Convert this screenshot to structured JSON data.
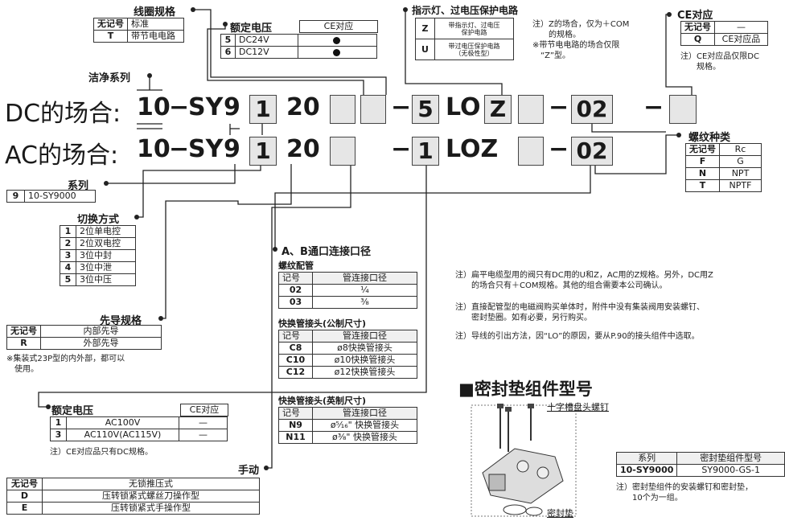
{
  "coil": {
    "title": "线圈规格",
    "rows": [
      [
        "无记号",
        "标准"
      ],
      [
        "T",
        "带节电电路"
      ]
    ]
  },
  "rated_v_dc": {
    "title": "额定电压",
    "ce": "CE对应",
    "rows": [
      [
        "5",
        "DC24V"
      ],
      [
        "6",
        "DC12V"
      ]
    ]
  },
  "light": {
    "title": "指示灯、过电压保护电路",
    "rows": [
      [
        "Z",
        "带指示灯、过电压\n保护电路"
      ],
      [
        "U",
        "带过电压保护电路\n（无极性型）"
      ]
    ],
    "note1": "注）Z的场合，仅为＋COM\n　　的规格。",
    "note2": "※带节电电路的场合仅限\n　“Z”型。"
  },
  "ce_opt": {
    "title": "CE对应",
    "rows": [
      [
        "无记号",
        "—"
      ],
      [
        "Q",
        "CE对应品"
      ]
    ],
    "note": "注）CE对应品仅限DC\n　　规格。"
  },
  "clean": {
    "title": "洁净系列"
  },
  "dc_line": {
    "label": "DC的场合:",
    "prefix": "10",
    "dash1": "−",
    "sy": "SY",
    "nine": "9",
    "one": "1",
    "twenty": "20",
    "dash2": "−",
    "five": "5",
    "lo": "LO",
    "z": "Z",
    "dash3": "−",
    "port": "02",
    "dash4": "−"
  },
  "ac_line": {
    "label": "AC的场合:",
    "prefix": "10",
    "dash1": "−",
    "sy": "SY",
    "nine": "9",
    "one": "1",
    "twenty": "20",
    "dash2": "−",
    "one_v": "1",
    "loz": "LOZ",
    "dash3": "−",
    "port": "02"
  },
  "thread": {
    "title": "螺纹种类",
    "rows": [
      [
        "无记号",
        "Rc"
      ],
      [
        "F",
        "G"
      ],
      [
        "N",
        "NPT"
      ],
      [
        "T",
        "NPTF"
      ]
    ]
  },
  "series": {
    "title": "系列",
    "rows": [
      [
        "9",
        "10-SY9000"
      ]
    ]
  },
  "switch": {
    "title": "切换方式",
    "rows": [
      [
        "1",
        "2位单电控"
      ],
      [
        "2",
        "2位双电控"
      ],
      [
        "3",
        "3位中封"
      ],
      [
        "4",
        "3位中泄"
      ],
      [
        "5",
        "3位中压"
      ]
    ]
  },
  "pilot": {
    "title": "先导规格",
    "rows": [
      [
        "无记号",
        "内部先导"
      ],
      [
        "R",
        "外部先导"
      ]
    ],
    "note": "※集装式23P型的内外部，都可以\n　使用。"
  },
  "rated_v_ac": {
    "title": "额定电压",
    "ce": "CE对应",
    "rows": [
      [
        "1",
        "AC100V",
        "—"
      ],
      [
        "3",
        "AC110V(AC115V)",
        "—"
      ]
    ],
    "note": "注）CE对应品只有DC规格。"
  },
  "manual": {
    "title": "手动",
    "rows": [
      [
        "无记号",
        "无锁推压式"
      ],
      [
        "D",
        "压转锁紧式螺丝刀操作型"
      ],
      [
        "E",
        "压转锁紧式手操作型"
      ]
    ]
  },
  "ab_port": {
    "title": "A、B通口连接口径",
    "sub1": "螺纹配管",
    "h1": [
      "记号",
      "管连接口径"
    ],
    "r1": [
      [
        "02",
        "¹⁄₄"
      ],
      [
        "03",
        "³⁄₈"
      ]
    ],
    "sub2": "快换管接头(公制尺寸)",
    "h2": [
      "记号",
      "管连接口径"
    ],
    "r2": [
      [
        "C8",
        "ø8快换管接头"
      ],
      [
        "C10",
        "ø10快换管接头"
      ],
      [
        "C12",
        "ø12快换管接头"
      ]
    ],
    "sub3": "快换管接头(英制尺寸)",
    "h3": [
      "记号",
      "管连接口径"
    ],
    "r3": [
      [
        "N9",
        "ø⁵⁄₁₆\" 快换管接头"
      ],
      [
        "N11",
        "ø³⁄₈\" 快换管接头"
      ]
    ]
  },
  "notes": [
    "注）扁平电缆型用的阀只有DC用的U和Z，AC用的Z规格。另外，DC用Z\n　　的场合只有＋COM规格。其他的组合需要本公司确认。",
    "注）直接配管型的电磁阀购买单体时，附件中没有集装阀用安装螺钉、\n　　密封垫圈。如有必要，另行购买。",
    "注）导线的引出方法，因“LO”的原因，要从P.90的接头组件中选取。"
  ],
  "seal": {
    "title": "■密封垫组件型号",
    "screw_label": "十字槽盘头螺钉",
    "gasket_label": "密封垫",
    "h": [
      "系列",
      "密封垫组件型号"
    ],
    "rows": [
      [
        "10-SY9000",
        "SY9000-GS-1"
      ]
    ],
    "note": "注）密封垫组件的安装螺钉和密封垫，\n　　10个为一组。"
  }
}
